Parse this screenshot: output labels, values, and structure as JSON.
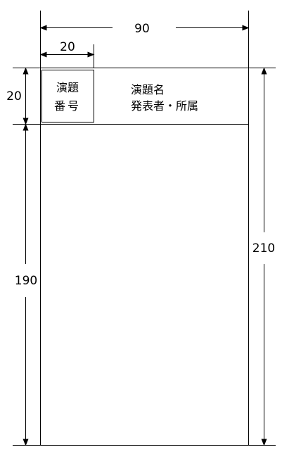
{
  "dimensions": {
    "total_width": "90",
    "number_box_width": "20",
    "header_height": "20",
    "body_height": "190",
    "total_height": "210"
  },
  "header": {
    "number_label_line1": "演題",
    "number_label_line2": "番号",
    "title_label": "演題名",
    "presenter_label": "発表者・所属"
  }
}
